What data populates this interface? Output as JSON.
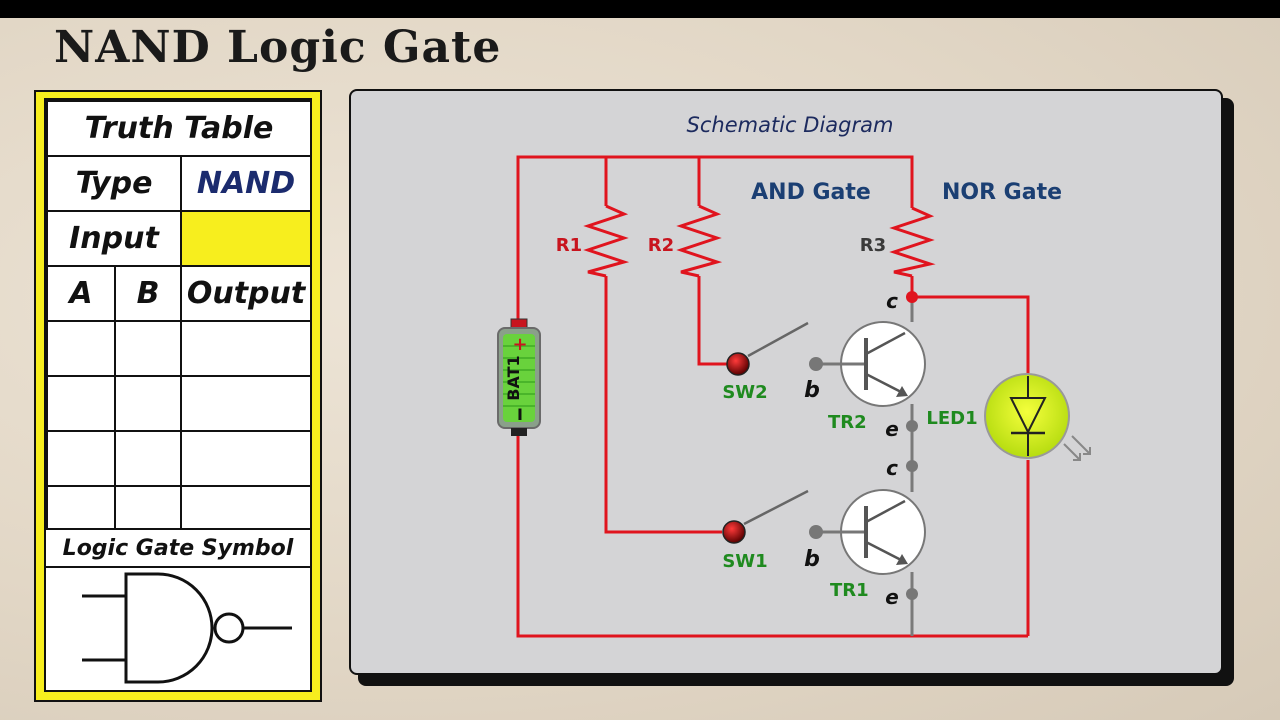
{
  "title": "NAND Logic Gate",
  "truth_table": {
    "heading": "Truth Table",
    "type_label": "Type",
    "type_value": "NAND",
    "input_label": "Input",
    "col_a": "A",
    "col_b": "B",
    "col_output": "Output",
    "rows": [
      [
        "",
        "",
        ""
      ],
      [
        "",
        "",
        ""
      ],
      [
        "",
        "",
        ""
      ],
      [
        "",
        "",
        ""
      ]
    ],
    "highlight_color": "#f7ee1e",
    "symbol_title": "Logic Gate Symbol"
  },
  "schematic": {
    "title": "Schematic Diagram",
    "and_gate_label": "AND Gate",
    "nor_gate_label": "NOR Gate",
    "r1": "R1",
    "r2": "R2",
    "r3": "R3",
    "battery": "BAT1",
    "battery_plus": "+",
    "battery_minus": "I",
    "sw1": "SW1",
    "sw2": "SW2",
    "tr1": "TR1",
    "tr2": "TR2",
    "led": "LED1",
    "pin_c": "c",
    "pin_b": "b",
    "pin_e": "e",
    "wire_color": "#e0141e",
    "label_red": "#c8141e",
    "label_green": "#1f8a1f",
    "label_blue": "#1b3f73"
  }
}
